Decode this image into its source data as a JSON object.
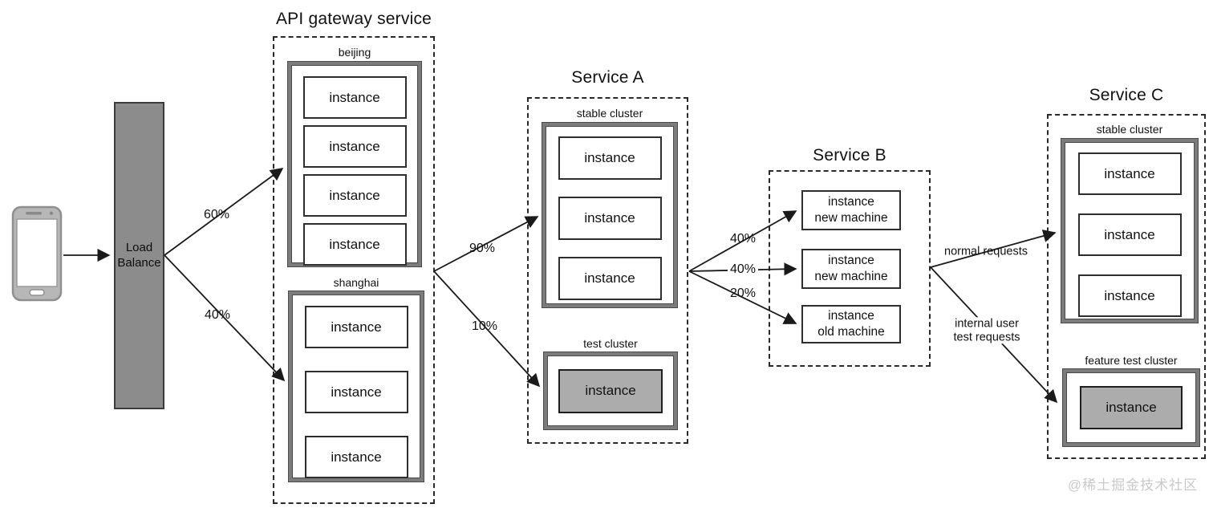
{
  "watermark": "@稀土掘金技术社区",
  "icons": {
    "client": "smartphone-icon"
  },
  "load_balancer": {
    "label": "Load\nBalance"
  },
  "gateway": {
    "title": "API gateway service",
    "clusters": [
      {
        "name": "beijing",
        "instances": [
          "instance",
          "instance",
          "instance",
          "instance"
        ]
      },
      {
        "name": "shanghai",
        "instances": [
          "instance",
          "instance",
          "instance"
        ]
      }
    ]
  },
  "service_a": {
    "title": "Service A",
    "stable_cluster": {
      "name": "stable cluster",
      "instances": [
        "instance",
        "instance",
        "instance"
      ]
    },
    "test_cluster": {
      "name": "test cluster",
      "instances": [
        "instance"
      ]
    }
  },
  "service_b": {
    "title": "Service B",
    "instances": [
      "instance\nnew machine",
      "instance\nnew machine",
      "instance\nold machine"
    ]
  },
  "service_c": {
    "title": "Service C",
    "stable_cluster": {
      "name": "stable cluster",
      "instances": [
        "instance",
        "instance",
        "instance"
      ]
    },
    "feature_test_cluster": {
      "name": "feature test cluster",
      "instances": [
        "instance"
      ]
    }
  },
  "edges": {
    "lb_to_beijing": "60%",
    "lb_to_shanghai": "40%",
    "gateway_to_stable": "90%",
    "gateway_to_test": "10%",
    "a_to_b": [
      "40%",
      "40%",
      "20%"
    ],
    "b_to_c_normal": "normal requests",
    "b_to_c_test": "internal user\ntest requests"
  },
  "colors": {
    "line": "#1a1a1a",
    "cluster_border": "#7c7c7c",
    "load_balancer_fill": "#8c8c8c",
    "test_instance_fill": "#acacac",
    "watermark": "#c9c9c9"
  }
}
